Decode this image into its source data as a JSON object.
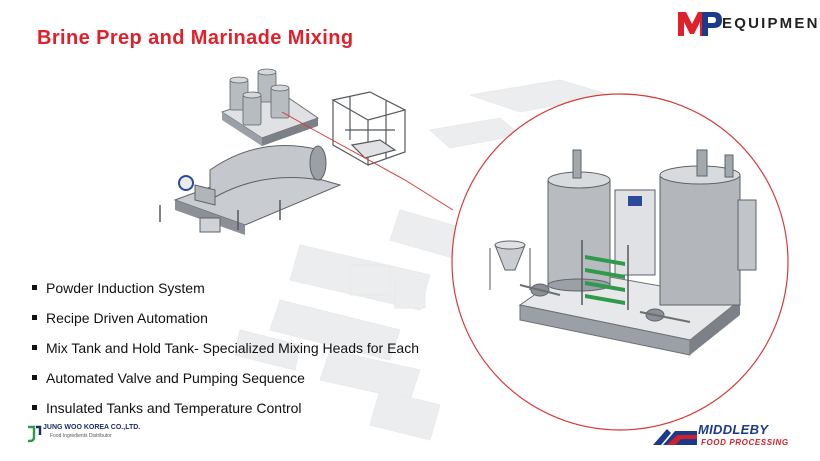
{
  "slide": {
    "title": "Brine Prep and Marinade Mixing",
    "brand_logo": {
      "letters": "MP",
      "text": "EQUIPMENT"
    },
    "bullets": [
      "Powder Induction System",
      "Recipe Driven Automation",
      "Mix Tank and Hold Tank- Specialized Mixing Heads for Each",
      "Automated Valve and Pumping Sequence",
      "Insulated Tanks and Temperature Control"
    ],
    "footer_left": {
      "name": "JUNG WOO KOREA CO.,LTD.",
      "tagline": "Food Ingredients Distributor"
    },
    "footer_right": {
      "name": "MIDDLEBY",
      "tagline": "FOOD PROCESSING"
    }
  },
  "colors": {
    "title": "#e0202a",
    "circle_outline": "#d83a3a",
    "accent_red": "#d0202a",
    "accent_blue": "#1b3a8a",
    "belt_green": "#2e9a4a"
  }
}
